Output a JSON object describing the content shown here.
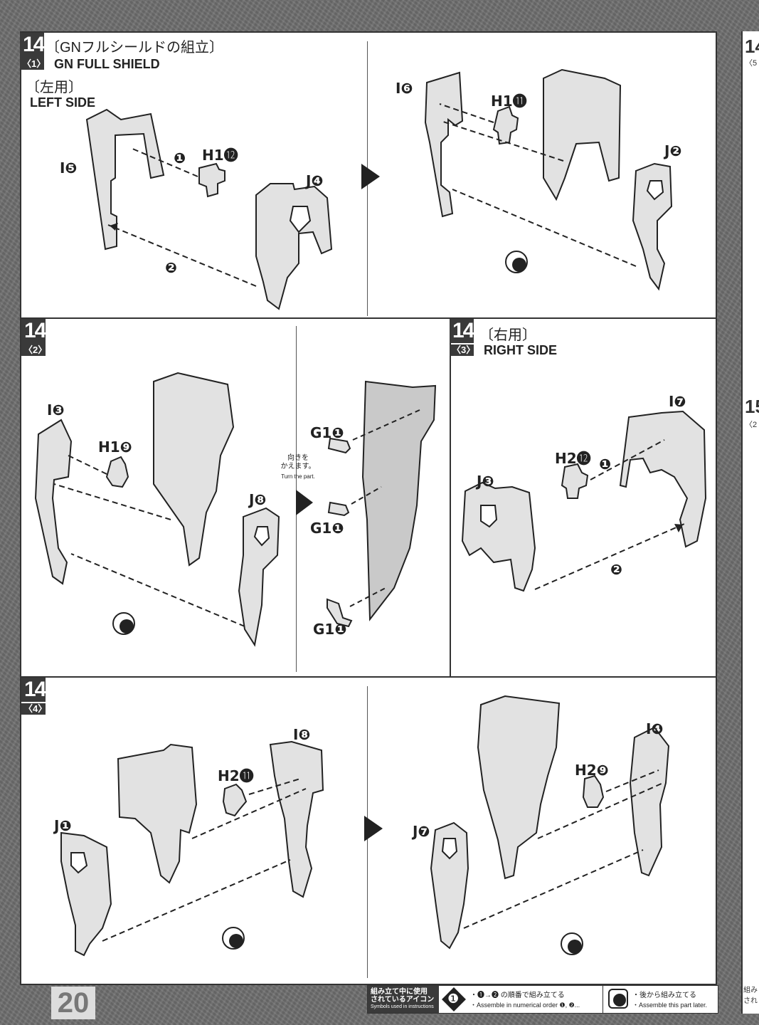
{
  "page_number": "20",
  "step14_1": {
    "step": "14",
    "sub": "〈1〉",
    "title_jp": "〔GNフルシールドの組立〕",
    "title_en": "GN FULL SHIELD",
    "side_jp": "〔左用〕",
    "side_en": "LEFT SIDE",
    "parts_a": {
      "i5": "I❺",
      "h1_12": "H1⓬",
      "j4": "J❹",
      "step1": "❶",
      "step2": "❷"
    },
    "parts_b": {
      "i6": "I❻",
      "h1_11": "H1⓫",
      "j2": "J❷"
    }
  },
  "step14_2": {
    "step": "14",
    "sub": "〈2〉",
    "parts_a": {
      "i3": "I❸",
      "h1_9": "H1❾",
      "j8": "J❽"
    },
    "turn_jp": "向きを\nかえます。",
    "turn_en": "Turn the part.",
    "parts_b": {
      "g1a": "G1❶",
      "g1b": "G1❶",
      "g1c": "G1❶"
    }
  },
  "step14_3": {
    "step": "14",
    "sub": "〈3〉",
    "side_jp": "〔右用〕",
    "side_en": "RIGHT SIDE",
    "parts": {
      "i7": "I❼",
      "h2_12": "H2⓬",
      "j3": "J❸",
      "step1": "❶",
      "step2": "❷"
    }
  },
  "step14_4": {
    "step": "14",
    "sub": "〈4〉",
    "parts_a": {
      "i8": "I❽",
      "h2_11": "H2⓫",
      "j1": "J❶"
    },
    "parts_b": {
      "i4": "I❹",
      "h2_9": "H2❾",
      "j7": "J❼"
    }
  },
  "right_strip": {
    "top": "14",
    "sub5": "〈5",
    "mid": "15",
    "sub2": "〈2",
    "bottom": "組み\nされ"
  },
  "legend": {
    "heading_jp": "組み立て中に使用\nされているアイコン",
    "heading_en": "Symbols used in instructions",
    "icon1": "❶",
    "order_jp": "・❶→❷ の順番で組み立てる",
    "order_en": "・Assemble in numerical order ❶, ❷...",
    "later_jp": "・後から組み立てる",
    "later_en": "・Assemble this part later."
  },
  "colors": {
    "background": "#707070",
    "panel": "#ffffff",
    "part_fill": "#e2e2e2",
    "ink": "#222222",
    "step_box": "#3a3a3a"
  }
}
